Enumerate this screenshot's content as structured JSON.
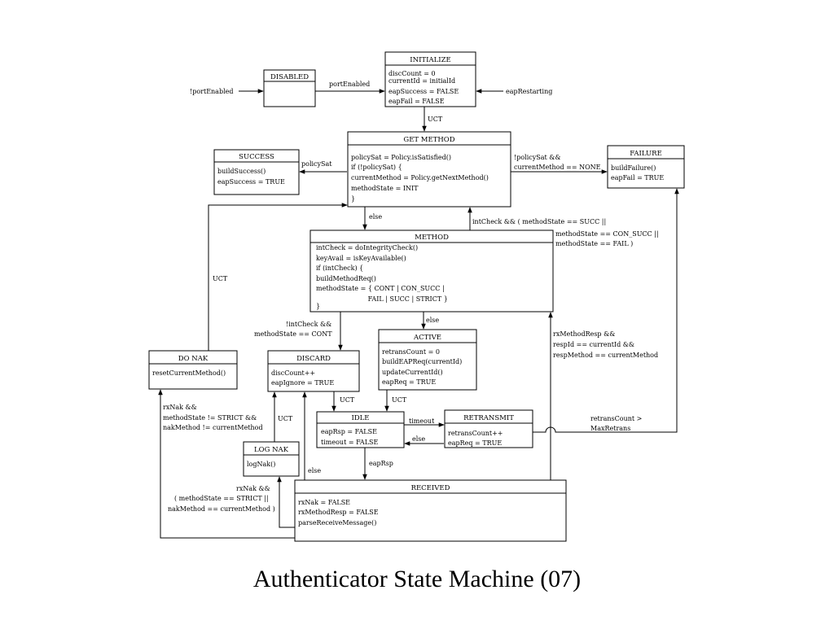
{
  "title": "Authenticator State Machine (07)",
  "states": {
    "initialize": {
      "name": "INITIALIZE",
      "body": [
        "discCount = 0",
        "currentId = initialId",
        "eapSuccess = FALSE",
        "eapFail = FALSE"
      ]
    },
    "disabled": {
      "name": "DISABLED",
      "body": []
    },
    "get_method": {
      "name": "GET METHOD",
      "body": [
        "policySat = Policy.isSatisfied()",
        "if (!policySat) {",
        "   currentMethod = Policy.getNextMethod()",
        "   methodState = INIT",
        "}"
      ]
    },
    "success": {
      "name": "SUCCESS",
      "body": [
        "buildSuccess()",
        "eapSuccess = TRUE"
      ]
    },
    "failure": {
      "name": "FAILURE",
      "body": [
        "buildFailure()",
        "eapFail = TRUE"
      ]
    },
    "method": {
      "name": "METHOD",
      "body": [
        "intCheck = doIntegrityCheck()",
        "keyAvail = isKeyAvailable()",
        "if (intCheck) {",
        "    buildMethodReq()",
        "    methodState = { CONT | CON_SUCC |",
        "                         FAIL | SUCC | STRICT }",
        "}"
      ]
    },
    "active": {
      "name": "ACTIVE",
      "body": [
        "retransCount = 0",
        "buildEAPReq(currentId)",
        "updateCurrentId()",
        "eapReq = TRUE"
      ]
    },
    "discard": {
      "name": "DISCARD",
      "body": [
        "discCount++",
        "eapIgnore = TRUE"
      ]
    },
    "do_nak": {
      "name": "DO NAK",
      "body": [
        "resetCurrentMethod()"
      ]
    },
    "idle": {
      "name": "IDLE",
      "body": [
        "eapRsp = FALSE",
        "timeout = FALSE"
      ]
    },
    "retransmit": {
      "name": "RETRANSMIT",
      "body": [
        "retransCount++",
        "eapReq = TRUE"
      ]
    },
    "log_nak": {
      "name": "LOG NAK",
      "body": [
        "logNak()"
      ]
    },
    "received": {
      "name": "RECEIVED",
      "body": [
        "rxNak = FALSE",
        "rxMethodResp = FALSE",
        "parseReceiveMessage()"
      ]
    }
  },
  "labels": {
    "port_disabled": "!portEnabled",
    "port_enabled": "portEnabled",
    "eap_restarting": "eapRestarting",
    "uct_init": "UCT",
    "policy_sat": "policySat",
    "fail_cond_1": "!policySat &&",
    "fail_cond_2": "currentMethod == NONE",
    "else_get": "else",
    "back_cond_1": "intCheck && ( methodState == SUCC ||",
    "back_cond_2": "methodState == CON_SUCC ||",
    "back_cond_3": "methodState == FAIL )",
    "uct_donak": "UCT",
    "discard_cond_1": "!intCheck &&",
    "discard_cond_2": "methodState == CONT",
    "else_method": "else",
    "uct_discard": "UCT",
    "uct_active": "UCT",
    "rx_method_1": "rxMethodResp &&",
    "rx_method_2": "respId == currentId &&",
    "rx_method_3": "respMethod == currentMethod",
    "timeout": "timeout",
    "else_retrans": "else",
    "retrans_cond_1": "retransCount >",
    "retrans_cond_2": "MaxRetrans",
    "nak_strict_1": "rxNak &&",
    "nak_strict_2": "methodState != STRICT &&",
    "nak_strict_3": "nakMethod != currentMethod",
    "uct_lognak": "UCT",
    "eap_rsp": "eapRsp",
    "else_received": "else",
    "nak_log_1": "rxNak &&",
    "nak_log_2": "( methodState == STRICT ||",
    "nak_log_3": "nakMethod == currentMethod )"
  }
}
